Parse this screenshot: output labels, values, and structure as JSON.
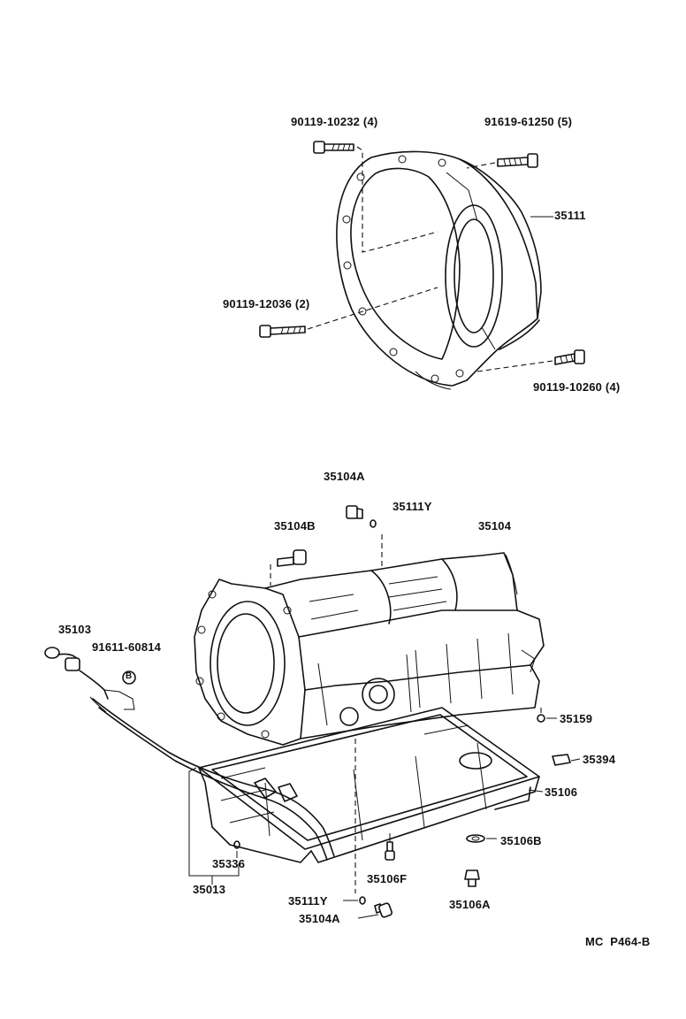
{
  "labels": {
    "bolt_top_left": "90119-10232 (4)",
    "bolt_top_right": "91619-61250 (5)",
    "bell_housing": "35111",
    "bolt_mid_left": "90119-12036 (2)",
    "bolt_lower_right": "90119-10260 (4)",
    "plug_top": "35104A",
    "oring_top": "35111Y",
    "plug_left": "35104B",
    "case": "35104",
    "dipstick": "35103",
    "clip_part": "91611-60814",
    "clip_circle": "B",
    "plug_small": "35159",
    "gasket_piece": "35394",
    "oil_pan": "35106",
    "washer": "35106B",
    "oring_tube": "35336",
    "drain_bolt_f": "35106F",
    "tube": "35013",
    "drain_plug": "35106A",
    "oring_bottom": "35111Y",
    "plug_bottom": "35104A",
    "figure_code": "MC  P464-B"
  }
}
